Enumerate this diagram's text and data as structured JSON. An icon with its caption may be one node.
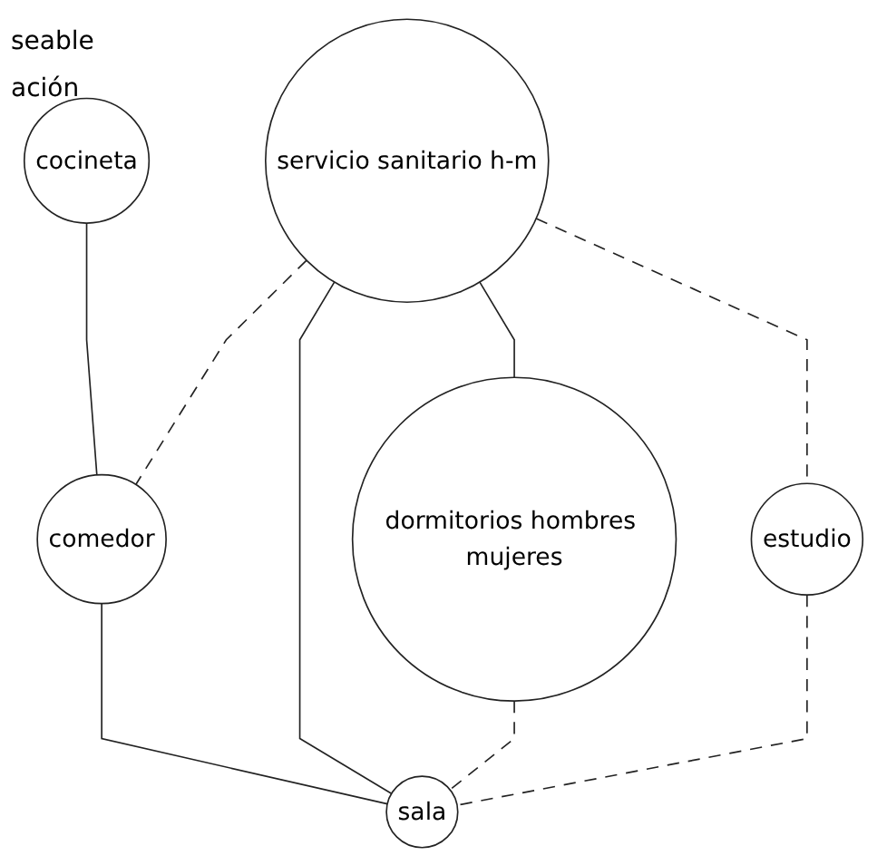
{
  "diagram": {
    "nodes": [
      {
        "text": [
          "cocineta"
        ]
      },
      {
        "text": [
          "comedor"
        ]
      },
      {
        "text": [
          "servicio sanitario h-m"
        ]
      },
      {
        "text": [
          "sala"
        ]
      },
      {
        "text": [
          "dormitorios hombres mujeres"
        ]
      },
      {
        "text": [
          "estudio"
        ]
      }
    ],
    "edges": [
      {
        "from": 0,
        "to": 1,
        "arrow": "none"
      },
      {
        "from": 2,
        "to": 1,
        "arrow": "none",
        "style": "dashed"
      },
      {
        "from": 1,
        "to": 3,
        "arrow": "none"
      },
      {
        "from": 2,
        "to": 3,
        "arrow": "none"
      },
      {
        "from": 2,
        "to": 4,
        "arrow": "none"
      },
      {
        "from": 2,
        "to": 5,
        "arrow": "none",
        "style": "dashed"
      },
      {
        "from": 4,
        "to": 3,
        "arrow": "none",
        "style": "dashed"
      },
      {
        "from": 5,
        "to": 3,
        "arrow": "none",
        "style": "dashed"
      }
    ],
    "labels": [
      "seable",
      "ación"
    ]
  }
}
